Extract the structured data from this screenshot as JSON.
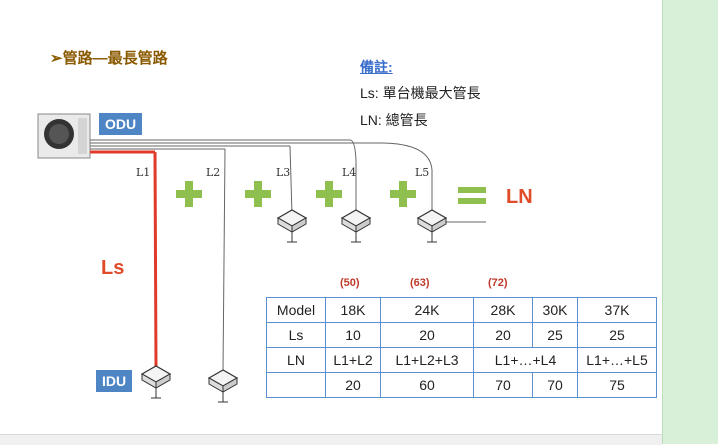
{
  "title": "➢管路—最長管路",
  "notes": {
    "title": "備註:",
    "ls": "Ls: 單台機最大管長",
    "ln": "LN: 總管長"
  },
  "tags": {
    "odu": "ODU",
    "idu": "IDU"
  },
  "branch_labels": [
    "L1",
    "L2",
    "L3",
    "L4",
    "L5"
  ],
  "big_labels": {
    "ls": "Ls",
    "ln": "LN"
  },
  "capacity_notes": [
    "(50)",
    "(63)",
    "(72)"
  ],
  "colors": {
    "main_line": "#555555",
    "ls_line": "#e03a2a",
    "plus": "#8fbf4e",
    "accent_text": "#e04b2a",
    "tag_bg": "#4e86c5"
  },
  "table": {
    "rows": [
      {
        "label": "Model",
        "cells": [
          "18K",
          "24K",
          "28K",
          "30K",
          "37K"
        ]
      },
      {
        "label": "Ls",
        "cells": [
          "10",
          "20",
          "20",
          "25",
          "25"
        ]
      },
      {
        "label": "LN",
        "cells": [
          "L1+L2",
          "L1+L2+L3",
          "L1+…+L4",
          "",
          "L1+…+L5"
        ]
      },
      {
        "label": "",
        "cells": [
          "20",
          "60",
          "70",
          "70",
          "75"
        ]
      }
    ]
  }
}
